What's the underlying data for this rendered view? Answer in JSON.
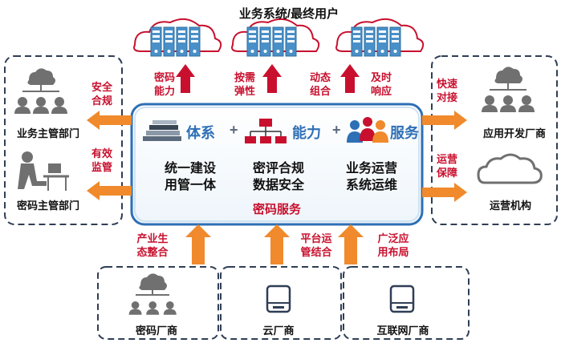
{
  "top_title": "业务系统/最终用户",
  "top_labels": [
    {
      "line1": "密码",
      "line2": "能力"
    },
    {
      "line1": "按需",
      "line2": "弹性"
    },
    {
      "line1": "动态",
      "line2": "组合"
    },
    {
      "line1": "及时",
      "line2": "响应"
    }
  ],
  "left": {
    "labels": [
      {
        "line1": "安全",
        "line2": "合规"
      },
      {
        "line1": "有效",
        "line2": "监管"
      }
    ],
    "entities": [
      "业务主管部门",
      "密码主管部门"
    ]
  },
  "right": {
    "labels": [
      {
        "line1": "快速",
        "line2": "对接"
      },
      {
        "line1": "运营",
        "line2": "保障"
      }
    ],
    "entities": [
      "应用开发厂商",
      "运营机构"
    ]
  },
  "center": {
    "pillars": [
      "体系",
      "能力",
      "服务"
    ],
    "plus": "+",
    "columns": [
      {
        "line1": "统一建设",
        "line2": "用管一体"
      },
      {
        "line1": "密评合规",
        "line2": "数据安全"
      },
      {
        "line1": "业务运营",
        "line2": "系统运维"
      }
    ],
    "service_label": "密码服务"
  },
  "bottom_labels": [
    {
      "line1": "产业生",
      "line2": "态整合"
    },
    {
      "line1": "平台运",
      "line2": "管结合"
    },
    {
      "line1": "广泛应",
      "line2": "用布局"
    }
  ],
  "bottom_entities": [
    "密码厂商",
    "云厂商",
    "互联网厂商"
  ],
  "colors": {
    "accent_red": "#c8102e",
    "arrow_orange": "#f08a2c",
    "arrow_red": "#c8102e",
    "icon_gray": "#707070",
    "server_blue": "#4a90c8",
    "box_blue": "#2e6fb5"
  }
}
